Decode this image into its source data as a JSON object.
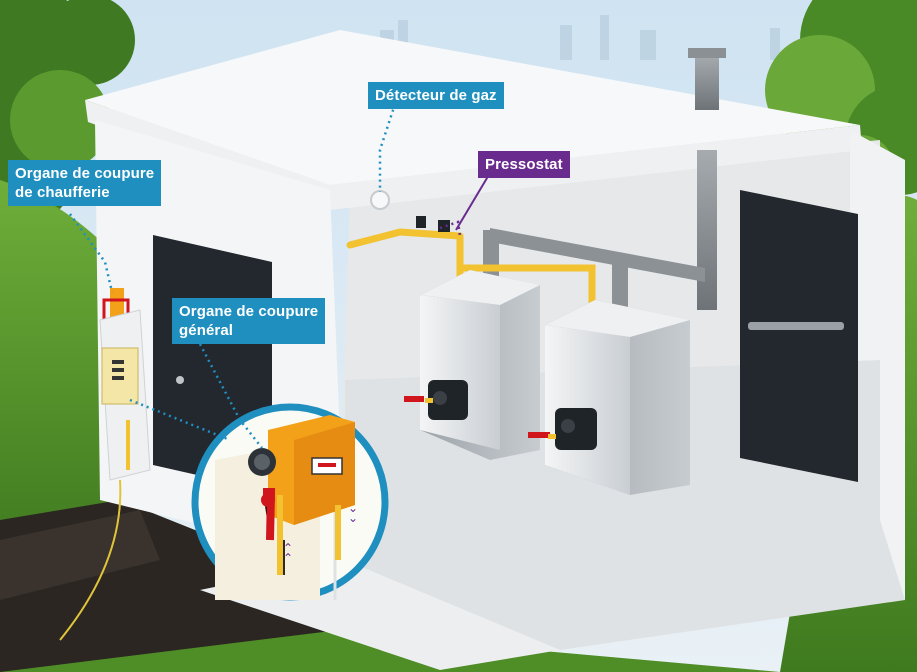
{
  "labels": {
    "gas_detector": "Détecteur de gaz",
    "pressure_switch": "Pressostat",
    "boiler_room_shutoff": [
      "Organe de coupure",
      "de chaufferie"
    ],
    "main_shutoff": [
      "Organe de coupure",
      "général"
    ]
  },
  "colors": {
    "callout_blue": "#1f8fc0",
    "callout_purple": "#6a2b8f",
    "gas_pipe": "#f2c230",
    "flue_pipe": "#8c9196",
    "door": "#23282e",
    "valve_red": "#d0151d",
    "meter_orange": "#f4a11a"
  }
}
